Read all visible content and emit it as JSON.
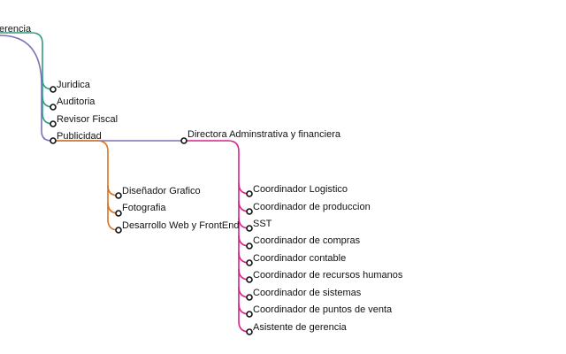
{
  "colors": {
    "teal": "#2e9e82",
    "purple": "#7a72b8",
    "orange": "#d9731f",
    "magenta": "#d6248a",
    "node_stroke": "#111111",
    "text": "#111111"
  },
  "nodes": {
    "gerencia": "erencia",
    "juridica": "Juridica",
    "auditoria": "Auditoria",
    "revisor_fiscal": "Revisor Fiscal",
    "publicidad": "Publicidad",
    "directora": "Directora Adminstrativa y financiera",
    "disenador": "Diseñador Grafico",
    "fotografia": "Fotografia",
    "desarrollo": "Desarrollo Web y FrontEnd",
    "logistico": "Coordinador Logistico",
    "produccion": "Coordinador de produccion",
    "sst": "SST",
    "compras": "Coordinador de compras",
    "contable": "Coordinador contable",
    "rrhh": "Coordinador de recursos humanos",
    "sistemas": "Coordinador de sistemas",
    "puntos_venta": "Coordinador de puntos de venta",
    "asistente": "Asistente de gerencia"
  }
}
